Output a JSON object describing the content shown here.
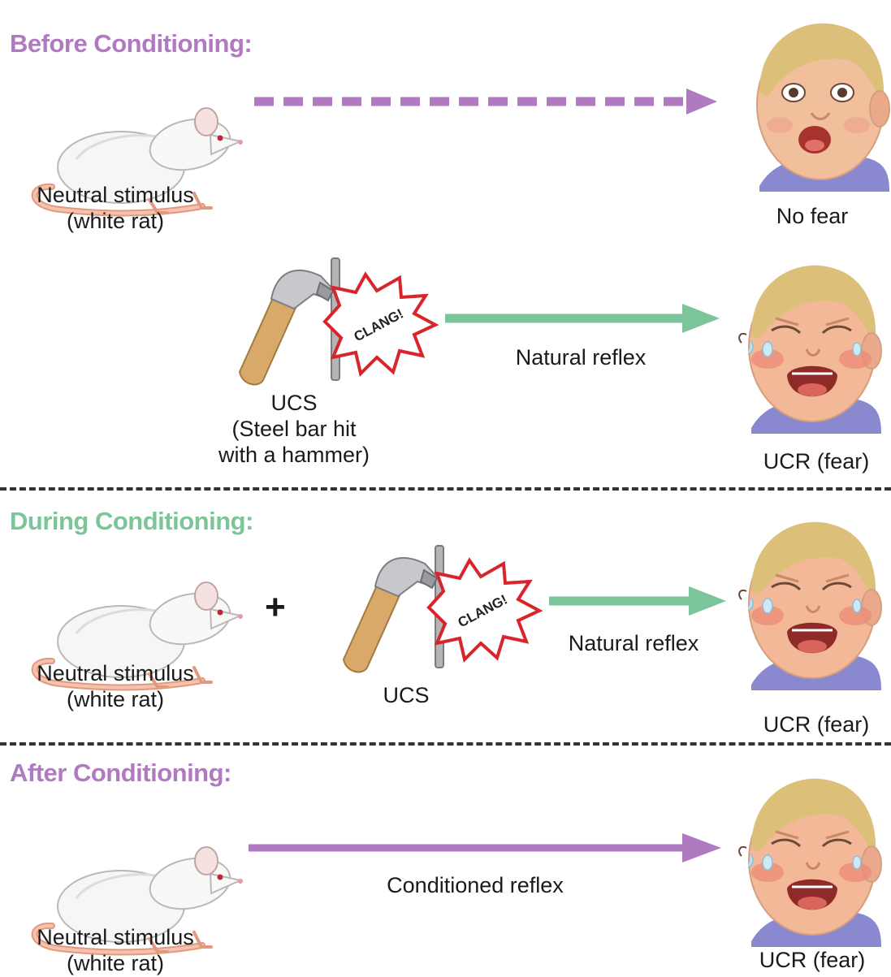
{
  "colors": {
    "before_heading": "#b07ac0",
    "during_heading": "#7cc49a",
    "after_heading": "#b07ac0",
    "before_arrow": "#b07ac0",
    "natural_arrow": "#7cc49a",
    "conditioned_arrow": "#b07ac0",
    "divider": "#333333"
  },
  "icons": {
    "rat": "white-rat-icon",
    "hammer": "hammer-icon",
    "steel_bar": "steel-bar-icon",
    "clang": "clang-burst-icon",
    "baby_calm": "calm-baby-face-icon",
    "baby_crying": "crying-baby-face-icon",
    "plus": "plus-icon"
  },
  "before": {
    "heading": "Before Conditioning:",
    "stimulus_caption_line1": "Neutral stimulus",
    "stimulus_caption_line2": "(white rat)",
    "response_caption": "No fear",
    "ucs_caption_line1": "UCS",
    "ucs_caption_line2": "(Steel bar hit",
    "ucs_caption_line3": "with a hammer)",
    "clang_text": "CLANG!",
    "arrow_label": "Natural reflex",
    "ucr_caption": "UCR (fear)"
  },
  "during": {
    "heading": "During Conditioning:",
    "stimulus_caption_line1": "Neutral stimulus",
    "stimulus_caption_line2": "(white rat)",
    "plus": "+",
    "ucs_caption": "UCS",
    "clang_text": "CLANG!",
    "arrow_label": "Natural reflex",
    "ucr_caption": "UCR (fear)"
  },
  "after": {
    "heading": "After Conditioning:",
    "stimulus_caption_line1": "Neutral stimulus",
    "stimulus_caption_line2": "(white rat)",
    "arrow_label": "Conditioned reflex",
    "ucr_caption": "UCR (fear)"
  }
}
